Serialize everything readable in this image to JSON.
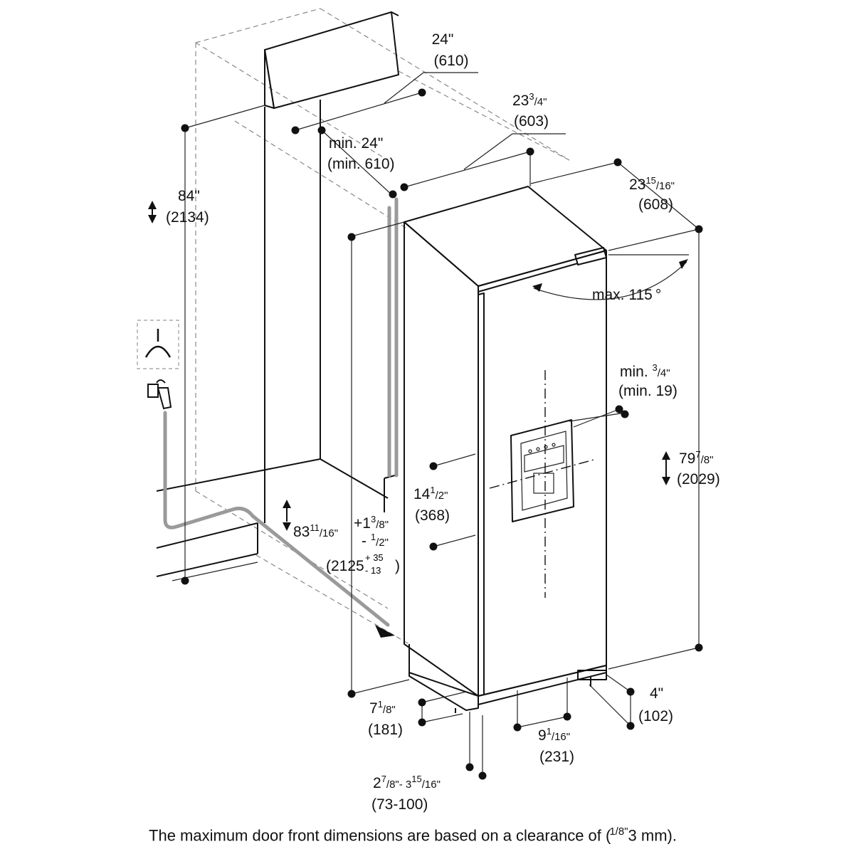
{
  "dimensions": {
    "niche_width": {
      "main": "24\"",
      "metric": "(610)"
    },
    "niche_depth": {
      "line1": "min. 24\"",
      "line2": "(min. 610)"
    },
    "unit_width": {
      "whole": "23",
      "num": "3",
      "den": "4\"",
      "metric": "(603)"
    },
    "unit_depth": {
      "whole": "23",
      "num": "15",
      "den": "16\"",
      "metric": "(608)"
    },
    "niche_height": {
      "main": "84\"",
      "metric": "(2134)"
    },
    "door_swing": {
      "text": "max. 115",
      "unit": "°"
    },
    "side_clearance": {
      "prefix": "min. ",
      "num": "3",
      "den": "4\"",
      "metric": "(min. 19)"
    },
    "door_height": {
      "whole": "79",
      "num": "7",
      "den": "8\"",
      "metric": "(2029)"
    },
    "dispenser_height": {
      "whole": "14",
      "num": "1",
      "den": "2\"",
      "metric": "(368)"
    },
    "unit_height": {
      "whole": "83",
      "num": "11",
      "den": "16\"",
      "tol_plus": "+1",
      "tol_plus_num": "3",
      "tol_plus_den": "8\"",
      "tol_minus": "- ",
      "tol_minus_num": "1",
      "tol_minus_den": "2\"",
      "metric": "(2125",
      "metric_plus": "+ 35",
      "metric_minus": "- 13",
      "metric_close": ")"
    },
    "plinth_height": {
      "whole": "7",
      "num": "1",
      "den": "8\"",
      "metric": "(181)"
    },
    "foot_depth": {
      "main": "4\"",
      "metric": "(102)"
    },
    "foot_spacing": {
      "whole": "9",
      "num": "1",
      "den": "16\"",
      "metric": "(231)"
    },
    "foot_adjust": {
      "a": "2",
      "a_num": "7",
      "a_den": "8\"- 3",
      "b_num": "15",
      "b_den": "16\"",
      "metric": "(73-100)"
    }
  },
  "footnote": "The maximum door front dimensions are based on a clearance of (",
  "footnote_frac": "1/8\"",
  "footnote_tail": "3 mm).",
  "icons": [
    "water-tap-icon",
    "ground-symbol-icon",
    "double-arrow-icon"
  ]
}
